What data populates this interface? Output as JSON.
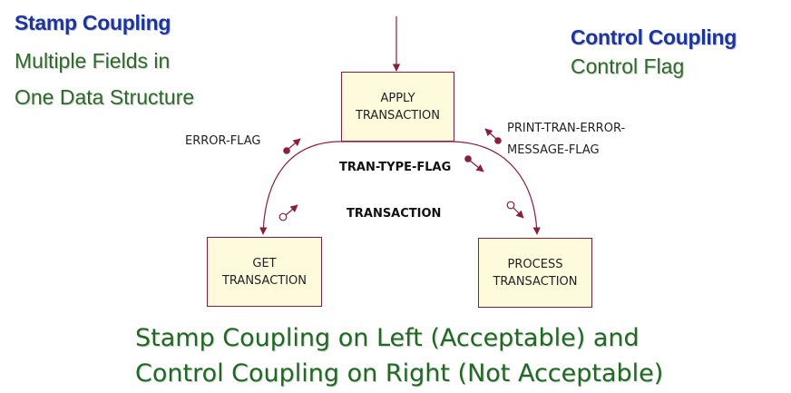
{
  "left_title": "Stamp Coupling",
  "left_sub1": "Multiple Fields in",
  "left_sub2": "One Data Structure",
  "right_title": "Control Coupling",
  "right_sub": "Control Flag",
  "modules": {
    "apply": [
      "APPLY",
      "TRANSACTION"
    ],
    "get": [
      "GET",
      "TRANSACTION"
    ],
    "process": [
      "PROCESS",
      "TRANSACTION"
    ]
  },
  "couples": {
    "error_flag": "ERROR-FLAG",
    "print_flag_1": "PRINT-TRAN-ERROR-",
    "print_flag_2": "MESSAGE-FLAG",
    "tran_type_flag": "TRAN-TYPE-FLAG",
    "transaction": "TRANSACTION"
  },
  "summary1": "Stamp Coupling on Left (Acceptable) and",
  "summary2": "Control Coupling on Right (Not Acceptable)",
  "colors": {
    "line": "#8c1d3d",
    "box_fill": "#fdfbdc",
    "heading": "#1a34a6",
    "green": "#2e6b2a"
  }
}
